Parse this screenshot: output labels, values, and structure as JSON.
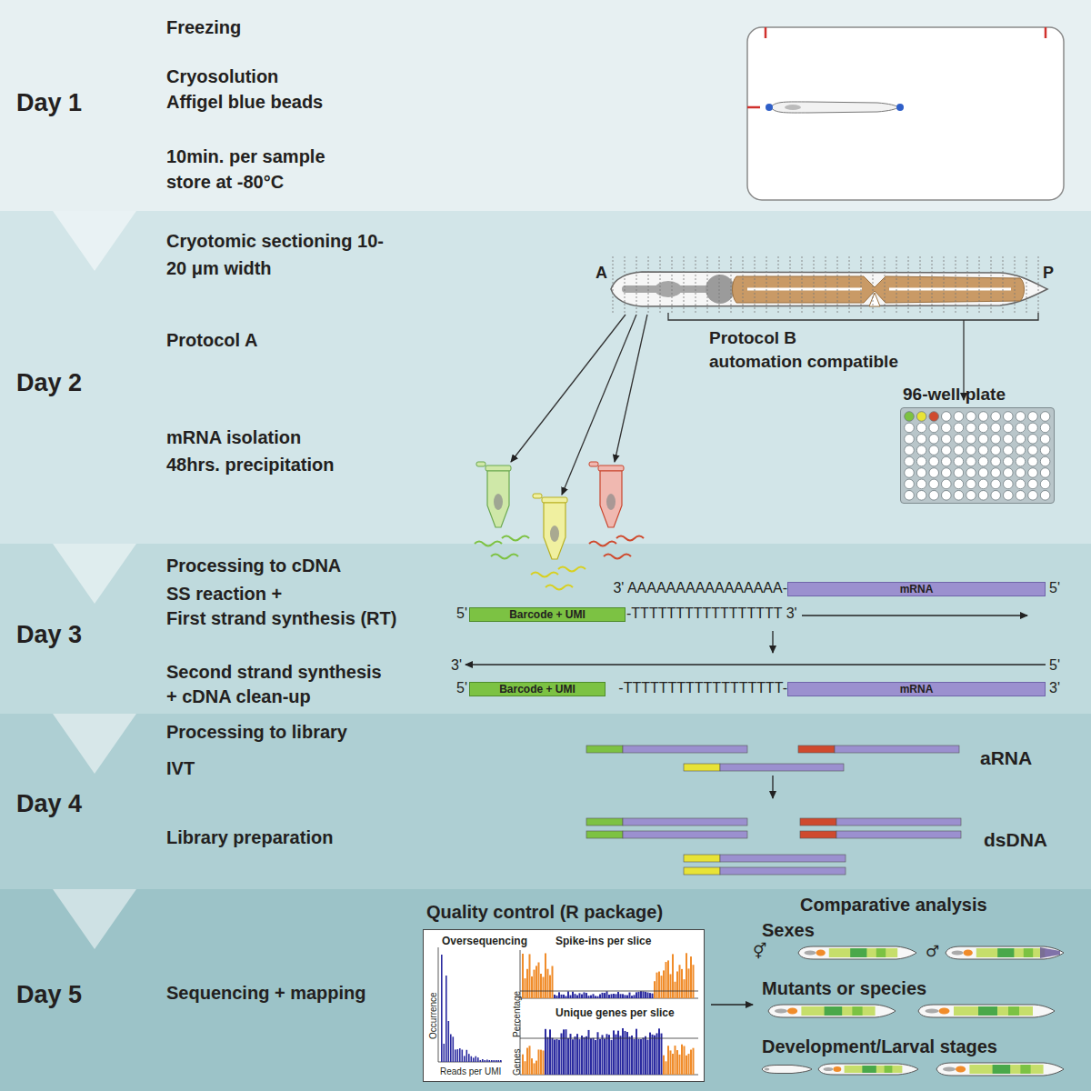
{
  "diagram": {
    "nodes": [
      {
        "text": [
          "Day 1",
          "Freezing",
          "Cryosolution Affigel blue beads",
          "10min. per sample store at -80°C"
        ]
      },
      {
        "text": [
          "Day 2",
          "Cryotomic sectioning 10-20 μm width",
          "Protocol A",
          "mRNA isolation 48hrs. precipitation"
        ]
      },
      {
        "text": [
          "96-well plate"
        ],
        "in": 1
      },
      {
        "text": [
          "Day 3",
          "Processing to cDNA",
          "SS reaction +",
          "First strand synthesis (RT)",
          "Second strand synthesis + cDNA clean-up"
        ]
      },
      {
        "text": [
          "mRNA"
        ],
        "in": 3
      },
      {
        "text": [
          "Barcode + UMI"
        ],
        "in": 3
      },
      {
        "text": [
          "Barcode + UMI"
        ],
        "in": 3
      },
      {
        "text": [
          "mRNA"
        ],
        "in": 3
      },
      {
        "text": [
          "Day 4",
          "Processing to library",
          "IVT",
          "Library preparation"
        ]
      },
      {
        "text": [
          "Day 5",
          "Sequencing + mapping"
        ]
      },
      {
        "text": [
          "Quality control (R package)",
          "Oversequencing",
          "Spike-ins per slice",
          "Unique genes per slice",
          "Occurrence",
          "Reads per UMI",
          "Percentage",
          "Genes"
        ],
        "in": 9
      }
    ],
    "edges": [
      {
        "from": 0,
        "to": 1,
        "arrow": "to"
      },
      {
        "from": 1,
        "to": 3,
        "arrow": "to"
      },
      {
        "from": 3,
        "to": 8,
        "arrow": "to"
      },
      {
        "from": 8,
        "to": 9,
        "arrow": "to"
      }
    ],
    "labels": [
      "A",
      "P",
      "Protocol B",
      "automation compatible",
      "3' AAAAAAAAAAAAAAAA-",
      "5'",
      "5'",
      "-TTTTTTTTTTTTTTTTT 3'",
      "3'",
      "5'",
      "5'",
      "-TTTTTTTTTTTTTTTTTT-",
      "3'",
      "aRNA",
      "dsDNA",
      "Comparative analysis",
      "Sexes",
      "⚥",
      "♂",
      "Mutants or species",
      "Development/Larval stages"
    ]
  }
}
